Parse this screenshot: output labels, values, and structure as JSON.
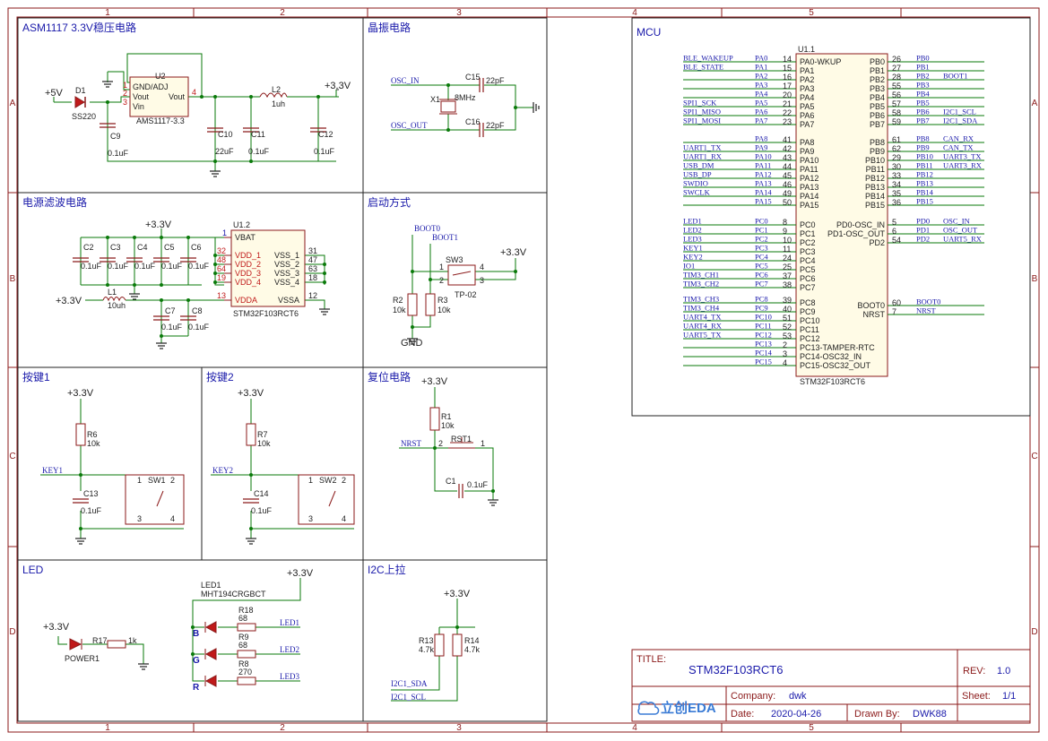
{
  "colors": {
    "frame": "#8b1a1a",
    "wire": "#0a7a0a",
    "text_blue": "#1a1aaa",
    "pin_red": "#c01a1a",
    "body": "#8b1a1a"
  },
  "frame": {
    "cols": [
      "1",
      "2",
      "3",
      "4",
      "5"
    ],
    "rows": [
      "A",
      "B",
      "C",
      "D"
    ]
  },
  "sections": {
    "ldo": "ASM1117 3.3V稳压电路",
    "xtal": "晶振电路",
    "mcu": "MCU",
    "filter": "电源滤波电路",
    "boot": "启动方式",
    "key1": "按键1",
    "key2": "按键2",
    "reset": "复位电路",
    "led": "LED",
    "i2c": "I2C上拉"
  },
  "ldo": {
    "vin_label": "+5V",
    "vout_label": "+3.3V",
    "d1": "D1",
    "d1_part": "SS220",
    "u2": "U2",
    "u2_part": "AMS1117-3.3",
    "pin_gnd": "GND/ADJ",
    "pin_vout": "Vout",
    "pin_vin": "Vin",
    "pin_vout2": "Vout",
    "pin1": "1",
    "pin2": "2",
    "pin3": "3",
    "pin4": "4",
    "l2": "L2",
    "l2_val": "1uh",
    "c9": "C9",
    "c9_val": "0.1uF",
    "c10": "C10",
    "c10_val": "22uF",
    "c11": "C11",
    "c11_val": "0.1uF",
    "c12": "C12",
    "c12_val": "0.1uF"
  },
  "xtal": {
    "osc_in": "OSC_IN",
    "osc_out": "OSC_OUT",
    "x1": "X1",
    "x1_val": "8MHz",
    "c15": "C15",
    "c15_val": "22pF",
    "c16": "C16",
    "c16_val": "22pF"
  },
  "filter": {
    "vcc": "+3.3V",
    "vcc2": "+3.3V",
    "caps": [
      {
        "ref": "C2",
        "val": "0.1uF"
      },
      {
        "ref": "C3",
        "val": "0.1uF"
      },
      {
        "ref": "C4",
        "val": "0.1uF"
      },
      {
        "ref": "C5",
        "val": "0.1uF"
      },
      {
        "ref": "C6",
        "val": "0.1uF"
      }
    ],
    "l1": "L1",
    "l1_val": "10uh",
    "c7": "C7",
    "c7_val": "0.1uF",
    "c8": "C8",
    "c8_val": "0.1uF",
    "u12": "U1.2",
    "u12_part": "STM32F103RCT6",
    "left_pins": [
      {
        "num": "1",
        "name": "VBAT"
      },
      {
        "num": "32",
        "name": "VDD_1"
      },
      {
        "num": "48",
        "name": "VDD_2"
      },
      {
        "num": "64",
        "name": "VDD_3"
      },
      {
        "num": "19",
        "name": "VDD_4"
      },
      {
        "num": "13",
        "name": "VDDA"
      }
    ],
    "right_pins": [
      {
        "num": "31",
        "name": "VSS_1"
      },
      {
        "num": "47",
        "name": "VSS_2"
      },
      {
        "num": "63",
        "name": "VSS_3"
      },
      {
        "num": "18",
        "name": "VSS_4"
      },
      {
        "num": "12",
        "name": "VSSA"
      }
    ]
  },
  "boot": {
    "boot0": "BOOT0",
    "boot1": "BOOT1",
    "vcc": "+3.3V",
    "sw3": "SW3",
    "sw3_part": "TP-02",
    "p1": "1",
    "p2": "2",
    "p3": "3",
    "p4": "4",
    "r2": "R2",
    "r2_val": "10k",
    "r3": "R3",
    "r3_val": "10k",
    "gnd": "GND"
  },
  "key1": {
    "vcc": "+3.3V",
    "r": "R6",
    "r_val": "10k",
    "net": "KEY1",
    "c": "C13",
    "c_val": "0.1uF",
    "sw": "SW1",
    "p1": "1",
    "p2": "2",
    "p3": "3",
    "p4": "4"
  },
  "key2": {
    "vcc": "+3.3V",
    "r": "R7",
    "r_val": "10k",
    "net": "KEY2",
    "c": "C14",
    "c_val": "0.1uF",
    "sw": "SW2",
    "p1": "1",
    "p2": "2",
    "p3": "3",
    "p4": "4"
  },
  "reset": {
    "vcc": "+3.3V",
    "r": "R1",
    "r_val": "10k",
    "net": "NRST",
    "sw": "RST1",
    "p1": "1",
    "p2": "2",
    "c": "C1",
    "c_val": "0.1uF"
  },
  "led": {
    "vcc": "+3.3V",
    "vcc2": "+3.3V",
    "led1": "LED1",
    "led1_part": "MHT194CRGBCT",
    "power": "POWER1",
    "r17": "R17",
    "r17_val": "1k",
    "rows": [
      {
        "color": "B",
        "ref": "R18",
        "val": "68",
        "net": "LED1"
      },
      {
        "color": "G",
        "ref": "R9",
        "val": "68",
        "net": "LED2"
      },
      {
        "color": "R",
        "ref": "R8",
        "val": "270",
        "net": "LED3"
      }
    ]
  },
  "i2c": {
    "vcc": "+3.3V",
    "r13": "R13",
    "r13_val": "4.7k",
    "r14": "R14",
    "r14_val": "4.7k",
    "sda": "I2C1_SDA",
    "scl": "I2C1_SCL"
  },
  "mcu": {
    "ref": "U1.1",
    "part": "STM32F103RCT6",
    "left_groups": [
      [
        {
          "net": "BLE_WAKEUP",
          "port": "PA0",
          "num": "14",
          "name": "PA0-WKUP"
        },
        {
          "net": "BLE_STATE",
          "port": "PA1",
          "num": "15",
          "name": "PA1"
        },
        {
          "net": "",
          "port": "PA2",
          "num": "16",
          "name": "PA2"
        },
        {
          "net": "",
          "port": "PA3",
          "num": "17",
          "name": "PA3"
        },
        {
          "net": "",
          "port": "PA4",
          "num": "20",
          "name": "PA4"
        },
        {
          "net": "SPI1_SCK",
          "port": "PA5",
          "num": "21",
          "name": "PA5"
        },
        {
          "net": "SPI1_MISO",
          "port": "PA6",
          "num": "22",
          "name": "PA6"
        },
        {
          "net": "SPI1_MOSI",
          "port": "PA7",
          "num": "23",
          "name": "PA7"
        }
      ],
      [
        {
          "net": "",
          "port": "PA8",
          "num": "41",
          "name": "PA8"
        },
        {
          "net": "UART1_TX",
          "port": "PA9",
          "num": "42",
          "name": "PA9"
        },
        {
          "net": "UART1_RX",
          "port": "PA10",
          "num": "43",
          "name": "PA10"
        },
        {
          "net": "USB_DM",
          "port": "PA11",
          "num": "44",
          "name": "PA11"
        },
        {
          "net": "USB_DP",
          "port": "PA12",
          "num": "45",
          "name": "PA12"
        },
        {
          "net": "SWDIO",
          "port": "PA13",
          "num": "46",
          "name": "PA13"
        },
        {
          "net": "SWCLK",
          "port": "PA14",
          "num": "49",
          "name": "PA14"
        },
        {
          "net": "",
          "port": "PA15",
          "num": "50",
          "name": "PA15"
        }
      ],
      [
        {
          "net": "LED1",
          "port": "PC0",
          "num": "8",
          "name": "PC0"
        },
        {
          "net": "LED2",
          "port": "PC1",
          "num": "9",
          "name": "PC1"
        },
        {
          "net": "LED3",
          "port": "PC2",
          "num": "10",
          "name": "PC2"
        },
        {
          "net": "KEY1",
          "port": "PC3",
          "num": "11",
          "name": "PC3"
        },
        {
          "net": "KEY2",
          "port": "PC4",
          "num": "24",
          "name": "PC4"
        },
        {
          "net": "IO1",
          "port": "PC5",
          "num": "25",
          "name": "PC5"
        },
        {
          "net": "TIM3_CH1",
          "port": "PC6",
          "num": "37",
          "name": "PC6"
        },
        {
          "net": "TIM3_CH2",
          "port": "PC7",
          "num": "38",
          "name": "PC7"
        }
      ],
      [
        {
          "net": "TIM3_CH3",
          "port": "PC8",
          "num": "39",
          "name": "PC8"
        },
        {
          "net": "TIM3_CH4",
          "port": "PC9",
          "num": "40",
          "name": "PC9"
        },
        {
          "net": "UART4_TX",
          "port": "PC10",
          "num": "51",
          "name": "PC10"
        },
        {
          "net": "UART4_RX",
          "port": "PC11",
          "num": "52",
          "name": "PC11"
        },
        {
          "net": "UART5_TX",
          "port": "PC12",
          "num": "53",
          "name": "PC12"
        },
        {
          "net": "",
          "port": "PC13",
          "num": "2",
          "name": "PC13-TAMPER-RTC"
        },
        {
          "net": "",
          "port": "PC14",
          "num": "3",
          "name": "PC14-OSC32_IN"
        },
        {
          "net": "",
          "port": "PC15",
          "num": "4",
          "name": "PC15-OSC32_OUT"
        }
      ]
    ],
    "right_groups": [
      [
        {
          "name": "PB0",
          "num": "26",
          "port": "PB0",
          "net": ""
        },
        {
          "name": "PB1",
          "num": "27",
          "port": "PB1",
          "net": ""
        },
        {
          "name": "PB2",
          "num": "28",
          "port": "PB2",
          "net": "BOOT1"
        },
        {
          "name": "PB3",
          "num": "55",
          "port": "PB3",
          "net": ""
        },
        {
          "name": "PB4",
          "num": "56",
          "port": "PB4",
          "net": ""
        },
        {
          "name": "PB5",
          "num": "57",
          "port": "PB5",
          "net": ""
        },
        {
          "name": "PB6",
          "num": "58",
          "port": "PB6",
          "net": "I2C1_SCL"
        },
        {
          "name": "PB7",
          "num": "59",
          "port": "PB7",
          "net": "I2C1_SDA"
        }
      ],
      [
        {
          "name": "PB8",
          "num": "61",
          "port": "PB8",
          "net": "CAN_RX"
        },
        {
          "name": "PB9",
          "num": "62",
          "port": "PB9",
          "net": "CAN_TX"
        },
        {
          "name": "PB10",
          "num": "29",
          "port": "PB10",
          "net": "UART3_TX"
        },
        {
          "name": "PB11",
          "num": "30",
          "port": "PB11",
          "net": "UART3_RX"
        },
        {
          "name": "PB12",
          "num": "33",
          "port": "PB12",
          "net": ""
        },
        {
          "name": "PB13",
          "num": "34",
          "port": "PB13",
          "net": ""
        },
        {
          "name": "PB14",
          "num": "35",
          "port": "PB14",
          "net": ""
        },
        {
          "name": "PB15",
          "num": "36",
          "port": "PB15",
          "net": ""
        }
      ],
      [
        {
          "name": "PD0-OSC_IN",
          "num": "5",
          "port": "PD0",
          "net": "OSC_IN"
        },
        {
          "name": "PD1-OSC_OUT",
          "num": "6",
          "port": "PD1",
          "net": "OSC_OUT"
        },
        {
          "name": "PD2",
          "num": "54",
          "port": "PD2",
          "net": "UART5_RX"
        }
      ],
      [
        {
          "name": "BOOT0",
          "num": "60",
          "port": "",
          "net": "BOOT0"
        },
        {
          "name": "NRST",
          "num": "7",
          "port": "",
          "net": "NRST"
        }
      ]
    ]
  },
  "title_block": {
    "title_label": "TITLE:",
    "title": "STM32F103RCT6",
    "rev_label": "REV:",
    "rev": "1.0",
    "logo": "立创EDA",
    "company_label": "Company:",
    "company": "dwk",
    "sheet_label": "Sheet:",
    "sheet": "1/1",
    "date_label": "Date:",
    "date": "2020-04-26",
    "drawn_label": "Drawn By:",
    "drawn": "DWK88"
  }
}
